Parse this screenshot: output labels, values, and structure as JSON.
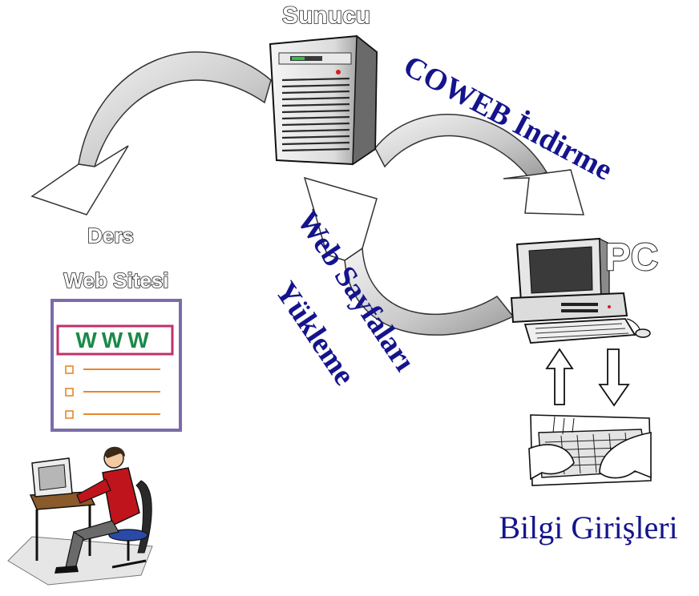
{
  "labels": {
    "server": "Sunucu",
    "download": "COWEB İndirme",
    "course_line1": "Ders",
    "course_line2": "Web Sitesi",
    "www": "WWW",
    "pc": "PC",
    "upload_line1": "Web Sayfaları",
    "upload_line2": "Yükleme",
    "input": "Bilgi Girişleri"
  },
  "colors": {
    "label_blue": "#14148c",
    "www_green": "#1a8a4a",
    "www_border": "#c0306a",
    "site_border": "#7b6ca8",
    "list_orange": "#e8862a",
    "person_shirt": "#c0141c"
  },
  "icons": [
    "server-icon",
    "pc-icon",
    "website-page-icon",
    "person-at-computer-icon",
    "keyboard-hands-icon",
    "up-arrow-icon",
    "down-arrow-icon"
  ]
}
